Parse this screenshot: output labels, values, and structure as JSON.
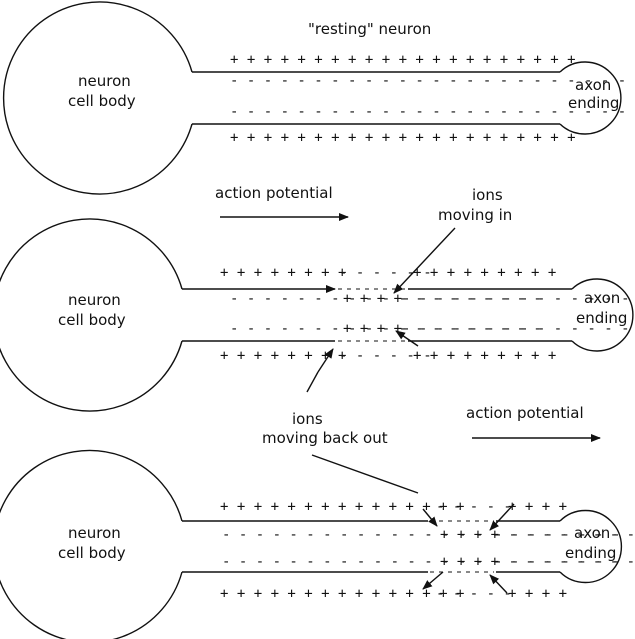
{
  "title": "\"resting\" neuron",
  "labels": {
    "cell_body": [
      "neuron",
      "cell body"
    ],
    "axon_ending": [
      "axon",
      "ending"
    ],
    "action_potential": "action potential",
    "ions_in": [
      "ions",
      "moving in"
    ],
    "ions_out": [
      "ions",
      "moving back out"
    ]
  },
  "signs": {
    "r1_top": "+ + + + + + + + + + + + + + + + + + + + +",
    "r1_inner_top": "- - - - - - - - - - - - - - - - - - - - - - - - - - - - - - - - - - - - - - - - - -",
    "r1_inner_bot": "- - - - - - - - - - - - - - - - - - - - - - - - - - - - - - - - - - - - - - - - - -",
    "r1_bot": "+ + + + + + + + + + + + + + + + + + + + +",
    "r2_top_a": "+ + + + + + + +",
    "r2_top_b": "- - - - - -",
    "r2_top_c": "+ + + + + + + + +",
    "r2_in_top_a": "- - - - - - - - - - - - - - - - - - -",
    "r2_in_top_b": "+ + + +",
    "r2_in_top_c": "- - - - - - - - - - - - - - - - - - - -",
    "r2_in_bot_a": "- - - - - - - - - - - - - - - - - - -",
    "r2_in_bot_b": "+ + + +",
    "r2_in_bot_c": "- - - - - - - - - - - - - - - - - - - -",
    "r2_bot_a": "+ + + + + + + +",
    "r2_bot_b": "- - - - - -",
    "r2_bot_c": "+ + + + + + + + +",
    "r3_top_a": "+ + + + + + + + + + + + + + +",
    "r3_top_b": "- - - - -",
    "r3_top_c": "+ + + +",
    "r3_in_top_a": "- - - - - - - - - - - - - - - - - - - - - - - - - - - - - - - -",
    "r3_in_top_b": "+ + + +",
    "r3_in_top_c": "- - - - - - - -",
    "r3_in_bot_a": "- - - - - - - - - - - - - - - - - - - - - - - - - - - - - - - -",
    "r3_in_bot_b": "+ + + +",
    "r3_in_bot_c": "- - - - - - - -",
    "r3_bot_a": "+ + + + + + + + + + + + + + +",
    "r3_bot_b": "- - - - -",
    "r3_bot_c": "+ + + +"
  }
}
